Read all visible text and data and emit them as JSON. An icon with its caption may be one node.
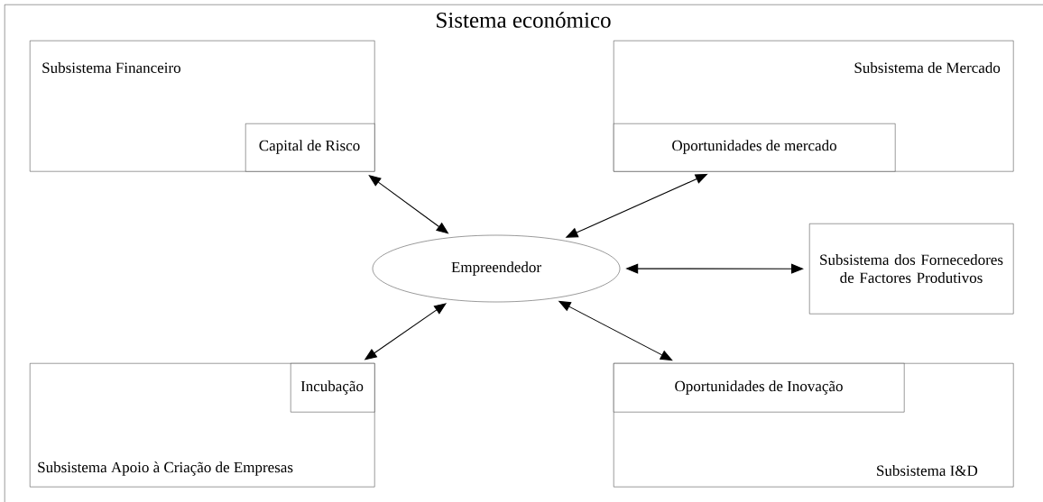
{
  "diagram": {
    "nodes": [
      {
        "text": [
          "Sistema económico"
        ]
      },
      {
        "text": [
          "Subsistema Financeiro"
        ],
        "in": 0
      },
      {
        "text": [
          "Capital de Risco"
        ],
        "in": 1
      },
      {
        "text": [
          "Subsistema de Mercado"
        ],
        "in": 0
      },
      {
        "text": [
          "Oportunidades de mercado"
        ],
        "in": 3
      },
      {
        "text": [
          "Empreendedor"
        ],
        "in": 0
      },
      {
        "text": [
          "Subsistema dos Fornecedores de Factores Produtivos"
        ],
        "in": 0
      },
      {
        "text": [
          "Subsistema Apoio à Criação de Empresas"
        ],
        "in": 0
      },
      {
        "text": [
          "Incubação"
        ],
        "in": 7
      },
      {
        "text": [
          "Subsistema I&D"
        ],
        "in": 0
      },
      {
        "text": [
          "Oportunidades de Inovação"
        ],
        "in": 9
      }
    ],
    "edges": [
      {
        "from": 2,
        "to": 5,
        "arrow": "both"
      },
      {
        "from": 4,
        "to": 5,
        "arrow": "both"
      },
      {
        "from": 5,
        "to": 6,
        "arrow": "both"
      },
      {
        "from": 8,
        "to": 5,
        "arrow": "both"
      },
      {
        "from": 5,
        "to": 10,
        "arrow": "both"
      }
    ]
  }
}
